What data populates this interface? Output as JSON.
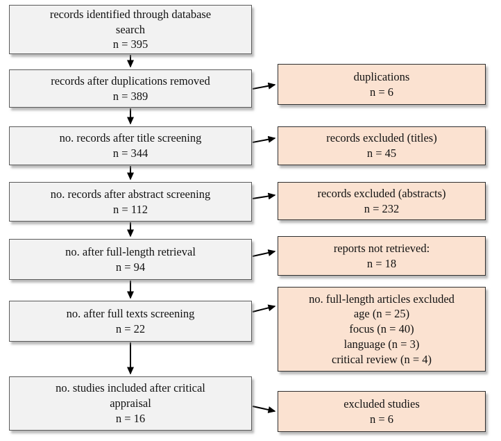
{
  "diagram_title": "records screening flow diagram",
  "colors": {
    "main_box_fill": "#f2f2f2",
    "excluded_box_fill": "#fbe2d1",
    "main_box_border": "#5a5a5a",
    "excluded_box_border": "#2e2e2e",
    "arrow_color": "#000000",
    "text_color": "#111111"
  },
  "boxes": {
    "main": [
      {
        "id": "identified",
        "lines": [
          "records identified through database",
          "search",
          "n = 395"
        ]
      },
      {
        "id": "after-duplications",
        "lines": [
          "records after duplications removed",
          "n = 389"
        ]
      },
      {
        "id": "after-title-screening",
        "lines": [
          "no. records after title screening",
          "n = 344"
        ]
      },
      {
        "id": "after-abstract-screening",
        "lines": [
          "no. records after abstract screening",
          "n = 112"
        ]
      },
      {
        "id": "after-full-length-retrieval",
        "lines": [
          "no. after full-length retrieval",
          "n = 94"
        ]
      },
      {
        "id": "after-full-texts-screening",
        "lines": [
          "no. after full texts screening",
          "n = 22"
        ]
      },
      {
        "id": "included-after-critical-appraisal",
        "lines": [
          "no. studies included after critical",
          "appraisal",
          "n = 16"
        ]
      }
    ],
    "excluded": [
      {
        "id": "duplications",
        "lines": [
          "duplications",
          "n = 6"
        ]
      },
      {
        "id": "excluded-titles",
        "lines": [
          "records excluded (titles)",
          "n = 45"
        ]
      },
      {
        "id": "excluded-abstracts",
        "lines": [
          "records excluded (abstracts)",
          "n = 232"
        ]
      },
      {
        "id": "not-retrieved",
        "lines": [
          "reports not retrieved:",
          "n = 18"
        ]
      },
      {
        "id": "full-length-excluded",
        "lines": [
          "no. full-length articles excluded",
          "age (n = 25)",
          "focus (n = 40)",
          "language (n = 3)",
          "critical review (n = 4)"
        ]
      },
      {
        "id": "excluded-studies",
        "lines": [
          "excluded studies",
          "n = 6"
        ]
      }
    ]
  }
}
